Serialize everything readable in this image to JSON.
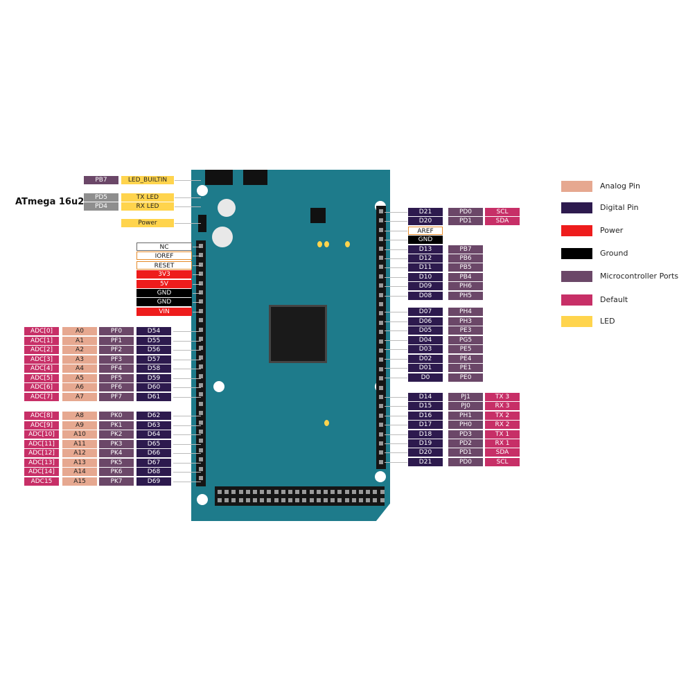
{
  "title": "ATmega 16u2",
  "top_labels": [
    {
      "cells": [
        {
          "t": "PB7",
          "c": "micro"
        },
        {
          "t": "LED_BUILTIN",
          "c": "led"
        }
      ]
    },
    {
      "cells": [
        {
          "t": "PD5",
          "c": "gray"
        },
        {
          "t": "TX LED",
          "c": "led"
        }
      ]
    },
    {
      "cells": [
        {
          "t": "PD4",
          "c": "gray"
        },
        {
          "t": "RX LED",
          "c": "led"
        }
      ]
    },
    {
      "cells": [
        {
          "t": "Power",
          "c": "led"
        }
      ]
    }
  ],
  "power_header": [
    {
      "t": "NC",
      "c": "white"
    },
    {
      "t": "IOREF",
      "c": "orange"
    },
    {
      "t": "RESET",
      "c": "orange"
    },
    {
      "t": "3V3",
      "c": "power"
    },
    {
      "t": "5V",
      "c": "power"
    },
    {
      "t": "GND",
      "c": "ground"
    },
    {
      "t": "GND",
      "c": "ground"
    },
    {
      "t": "VIN",
      "c": "power"
    }
  ],
  "analog_rows": [
    [
      "ADC[0]",
      "A0",
      "PF0",
      "D54"
    ],
    [
      "ADC[1]",
      "A1",
      "PF1",
      "D55"
    ],
    [
      "ADC[2]",
      "A2",
      "PF2",
      "D56"
    ],
    [
      "ADC[3]",
      "A3",
      "PF3",
      "D57"
    ],
    [
      "ADC[4]",
      "A4",
      "PF4",
      "D58"
    ],
    [
      "ADC[5]",
      "A5",
      "PF5",
      "D59"
    ],
    [
      "ADC[6]",
      "A6",
      "PF6",
      "D60"
    ],
    [
      "ADC[7]",
      "A7",
      "PF7",
      "D61"
    ],
    [
      "ADC[8]",
      "A8",
      "PK0",
      "D62"
    ],
    [
      "ADC[9]",
      "A9",
      "PK1",
      "D63"
    ],
    [
      "ADC[10]",
      "A10",
      "PK2",
      "D64"
    ],
    [
      "ADC[11]",
      "A11",
      "PK3",
      "D65"
    ],
    [
      "ADC[12]",
      "A12",
      "PK4",
      "D66"
    ],
    [
      "ADC[13]",
      "A13",
      "PK5",
      "D67"
    ],
    [
      "ADC[14]",
      "A14",
      "PK6",
      "D68"
    ],
    [
      "ADC15",
      "A15",
      "PK7",
      "D69"
    ]
  ],
  "right_top": [
    {
      "cells": [
        {
          "t": "D21",
          "c": "digital"
        },
        {
          "t": "PD0",
          "c": "micro"
        },
        {
          "t": "SCL",
          "c": "default"
        }
      ]
    },
    {
      "cells": [
        {
          "t": "D20",
          "c": "digital"
        },
        {
          "t": "PD1",
          "c": "micro"
        },
        {
          "t": "SDA",
          "c": "default"
        }
      ]
    },
    {
      "cells": [
        {
          "t": "AREF",
          "c": "orange"
        }
      ]
    },
    {
      "cells": [
        {
          "t": "GND",
          "c": "ground"
        }
      ]
    },
    {
      "cells": [
        {
          "t": "D13",
          "c": "digital"
        },
        {
          "t": "PB7",
          "c": "micro"
        }
      ]
    },
    {
      "cells": [
        {
          "t": "D12",
          "c": "digital"
        },
        {
          "t": "PB6",
          "c": "micro"
        }
      ]
    },
    {
      "cells": [
        {
          "t": "D11",
          "c": "digital"
        },
        {
          "t": "PB5",
          "c": "micro"
        }
      ]
    },
    {
      "cells": [
        {
          "t": "D10",
          "c": "digital"
        },
        {
          "t": "PB4",
          "c": "micro"
        }
      ]
    },
    {
      "cells": [
        {
          "t": "D09",
          "c": "digital"
        },
        {
          "t": "PH6",
          "c": "micro"
        }
      ]
    },
    {
      "cells": [
        {
          "t": "D08",
          "c": "digital"
        },
        {
          "t": "PH5",
          "c": "micro"
        }
      ]
    }
  ],
  "right_mid": [
    [
      "D07",
      "PH4"
    ],
    [
      "D06",
      "PH3"
    ],
    [
      "D05",
      "PE3"
    ],
    [
      "D04",
      "PG5"
    ],
    [
      "D03",
      "PE5"
    ],
    [
      "D02",
      "PE4"
    ],
    [
      "D01",
      "PE1"
    ],
    [
      "D0",
      "PE0"
    ]
  ],
  "right_comm": [
    [
      "D14",
      "PJ1",
      "TX 3"
    ],
    [
      "D15",
      "PJ0",
      "RX 3"
    ],
    [
      "D16",
      "PH1",
      "TX 2"
    ],
    [
      "D17",
      "PH0",
      "RX 2"
    ],
    [
      "D18",
      "PD3",
      "TX 1"
    ],
    [
      "D19",
      "PD2",
      "RX 1"
    ],
    [
      "D20",
      "PD1",
      "SDA"
    ],
    [
      "D21",
      "PD0",
      "SCL"
    ]
  ],
  "legend": [
    {
      "label": "Analog Pin",
      "c": "analog"
    },
    {
      "label": "Digital Pin",
      "c": "digital"
    },
    {
      "label": "Power",
      "c": "power"
    },
    {
      "label": "Ground",
      "c": "ground"
    },
    {
      "label": "Microcontroller Ports",
      "c": "micro"
    },
    {
      "label": "Default",
      "c": "default"
    },
    {
      "label": "LED",
      "c": "led"
    }
  ]
}
